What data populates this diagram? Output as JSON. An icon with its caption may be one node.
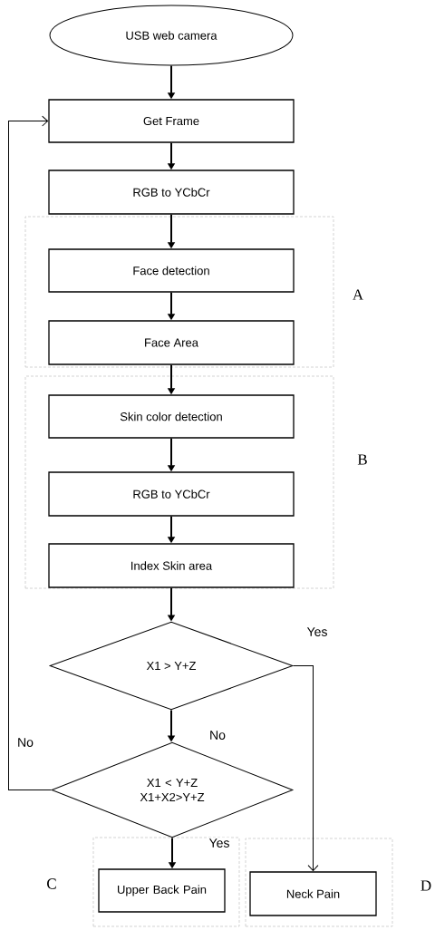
{
  "diagram": {
    "nodes": [
      {
        "text": [
          "USB web camera"
        ]
      },
      {
        "text": [
          "Get Frame"
        ]
      },
      {
        "text": [
          "RGB to YCbCr"
        ]
      },
      {
        "text": [],
        "shape": "box",
        "beside": [
          "A"
        ]
      },
      {
        "text": [
          "Face detection"
        ],
        "in": 3
      },
      {
        "text": [
          "Face Area"
        ],
        "in": 3
      },
      {
        "text": [],
        "shape": "box",
        "beside": [
          "B"
        ]
      },
      {
        "text": [
          "Skin color detection"
        ],
        "in": 6
      },
      {
        "text": [
          "RGB to YCbCr"
        ],
        "in": 6
      },
      {
        "text": [
          "Index Skin area"
        ],
        "in": 6
      },
      {
        "text": [
          "X1 > Y+Z"
        ]
      },
      {
        "text": [
          "X1 < Y+Z X1+X2>Y+Z"
        ]
      },
      {
        "text": [],
        "shape": "box",
        "beside": [
          "C"
        ]
      },
      {
        "text": [
          "Upper Back Pain"
        ],
        "in": 12
      },
      {
        "text": [],
        "shape": "box",
        "beside": [
          "D"
        ]
      },
      {
        "text": [
          "Neck Pain"
        ],
        "in": 14
      }
    ],
    "edges": [
      {
        "from": 0,
        "to": 1,
        "arrow": "to"
      },
      {
        "from": 1,
        "to": 2,
        "arrow": "to"
      },
      {
        "from": 2,
        "to": 4,
        "arrow": "to"
      },
      {
        "from": 4,
        "to": 5,
        "arrow": "to"
      },
      {
        "from": 5,
        "to": 7,
        "arrow": "to"
      },
      {
        "from": 7,
        "to": 8,
        "arrow": "to"
      },
      {
        "from": 8,
        "to": 9,
        "arrow": "to"
      },
      {
        "from": 9,
        "to": 10,
        "arrow": "to"
      },
      {
        "from": 10,
        "to": 11,
        "arrow": "to",
        "label": "No"
      },
      {
        "from": 10,
        "to": 15,
        "arrow": "to",
        "label": "Yes"
      },
      {
        "from": 11,
        "to": 1,
        "arrow": "to",
        "label": "No"
      },
      {
        "from": 11,
        "to": 13,
        "arrow": "to",
        "label": "Yes"
      }
    ]
  }
}
